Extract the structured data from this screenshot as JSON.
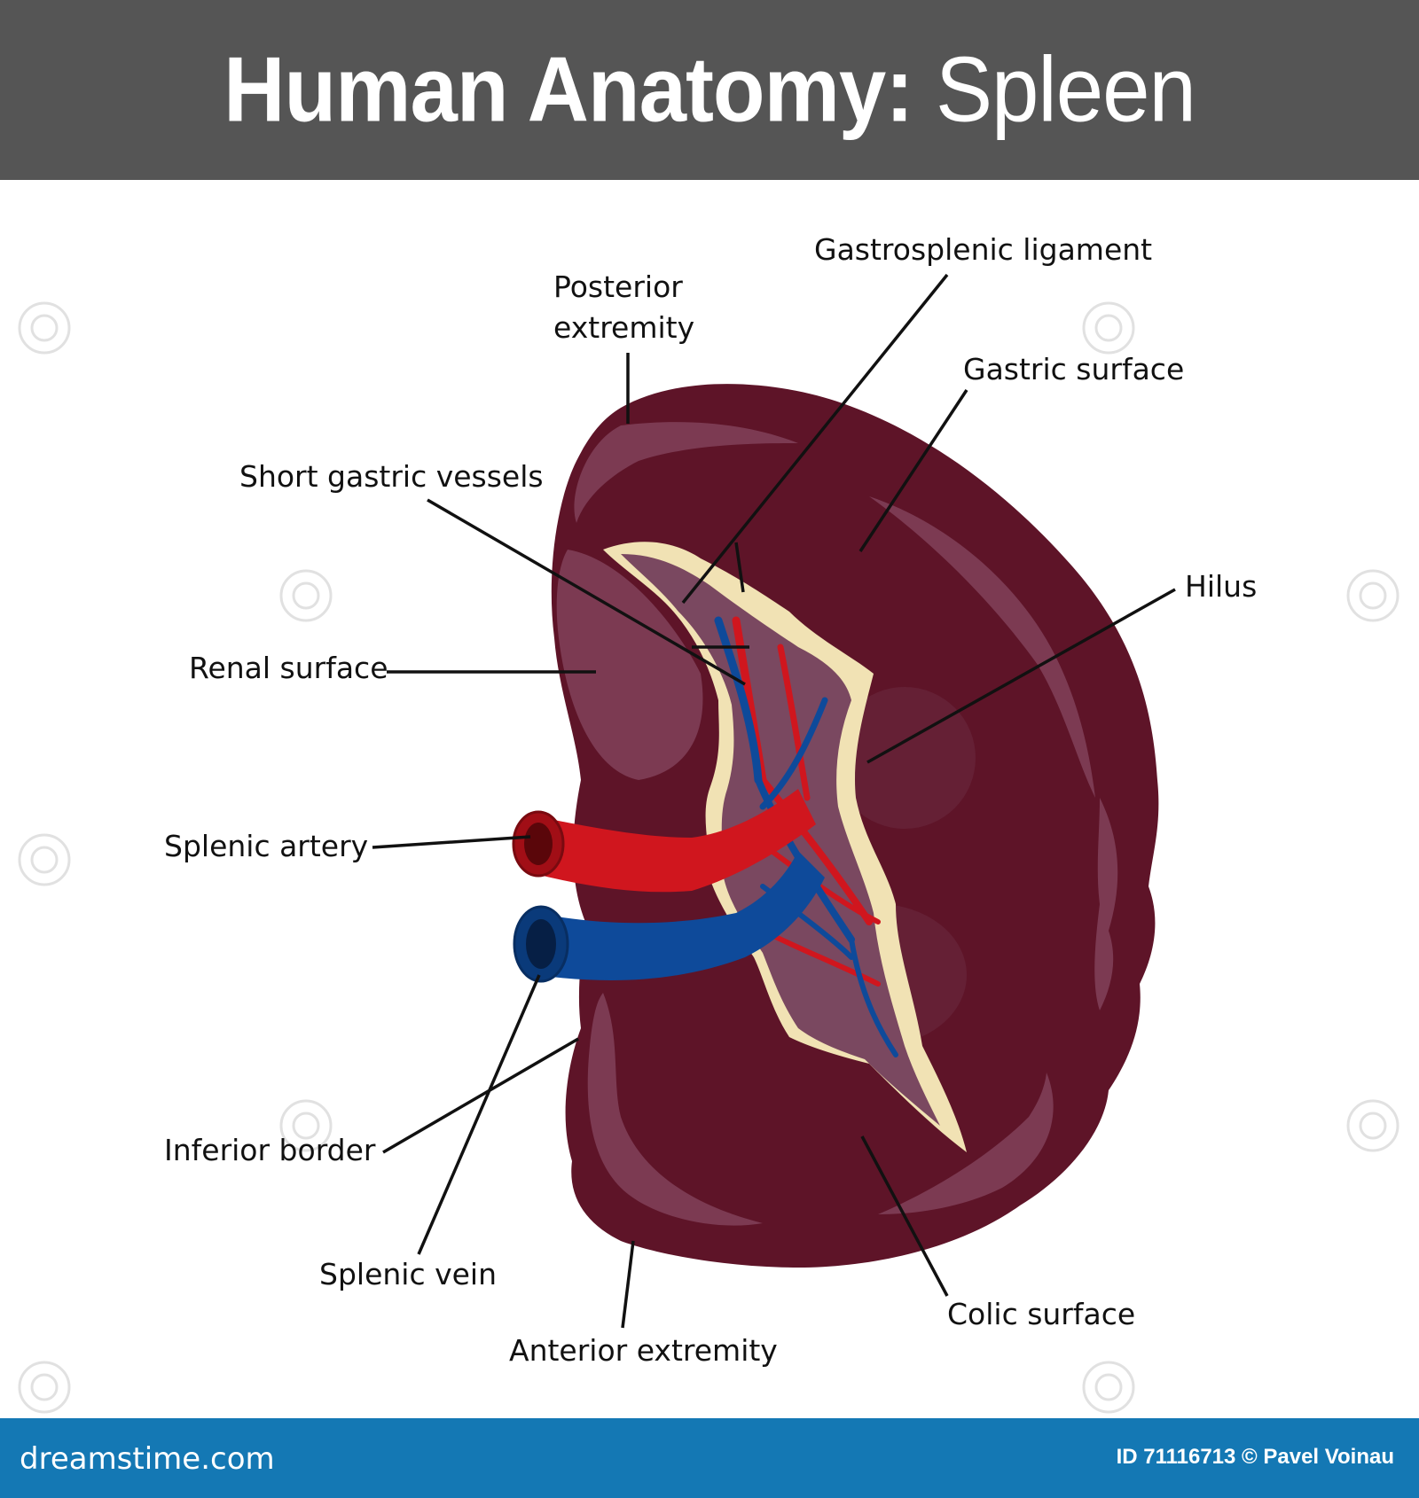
{
  "title": {
    "bold": "Human Anatomy:",
    "light": " Spleen"
  },
  "labels": {
    "posterior_extremity_1": "Posterior",
    "posterior_extremity_2": "extremity",
    "gastrosplenic_ligament": "Gastrosplenic ligament",
    "gastric_surface": "Gastric surface",
    "short_gastric_vessels": "Short gastric vessels",
    "hilus": "Hilus",
    "renal_surface": "Renal surface",
    "splenic_artery": "Splenic artery",
    "inferior_border": "Inferior border",
    "splenic_vein": "Splenic vein",
    "colic_surface": "Colic surface",
    "anterior_extremity": "Anterior extremity"
  },
  "footer": {
    "site": "dreamstime.com",
    "credit": "ID 71116713 © Pavel Voinau"
  },
  "colors": {
    "header_bg": "#555555",
    "footer_bg": "#1478b4",
    "spleen_dark": "#5e1428",
    "spleen_light": "#7c3a52",
    "artery": "#d0161e",
    "vein": "#0e4a9a",
    "hilus_fat": "#f1e2b4"
  }
}
